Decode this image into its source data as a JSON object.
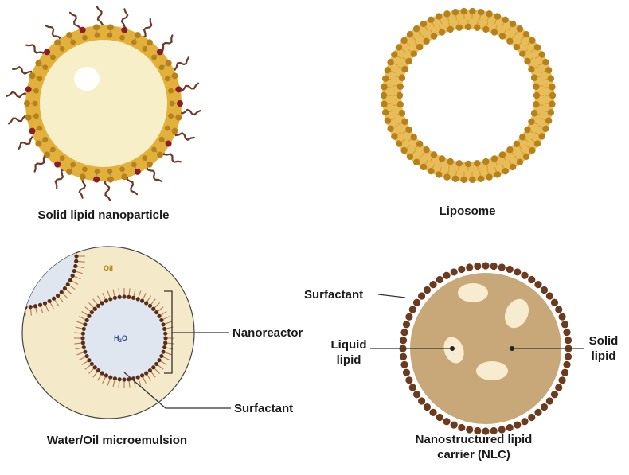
{
  "captions": {
    "sln": "Solid lipid nanoparticle",
    "liposome": "Liposome",
    "microemulsion": "Water/Oil microemulsion",
    "nlc_line1": "Nanostructured lipid",
    "nlc_line2": "carrier (NLC)"
  },
  "microemulsion": {
    "oil": "Oil",
    "water_prefix": "H",
    "water_sub": "2",
    "water_suffix": "O",
    "nanoreactor": "Nanoreactor",
    "surfactant": "Surfactant"
  },
  "nlc": {
    "surfactant": "Surfactant",
    "liquid_line1": "Liquid",
    "liquid_line2": "lipid",
    "solid_line1": "Solid",
    "solid_line2": "lipid"
  },
  "colors": {
    "gold": "#d9a128",
    "gold_dark": "#b8801a",
    "core_cream": "#f7efc7",
    "maroon": "#8c1c2a",
    "tail_brown": "#6b3a2a",
    "oil_bg": "#f4e9c8",
    "water": "#dfe6ef",
    "nlc_core": "#c8a878",
    "nlc_bead": "#6b3a1f",
    "droplet": "#f8ecd0"
  }
}
